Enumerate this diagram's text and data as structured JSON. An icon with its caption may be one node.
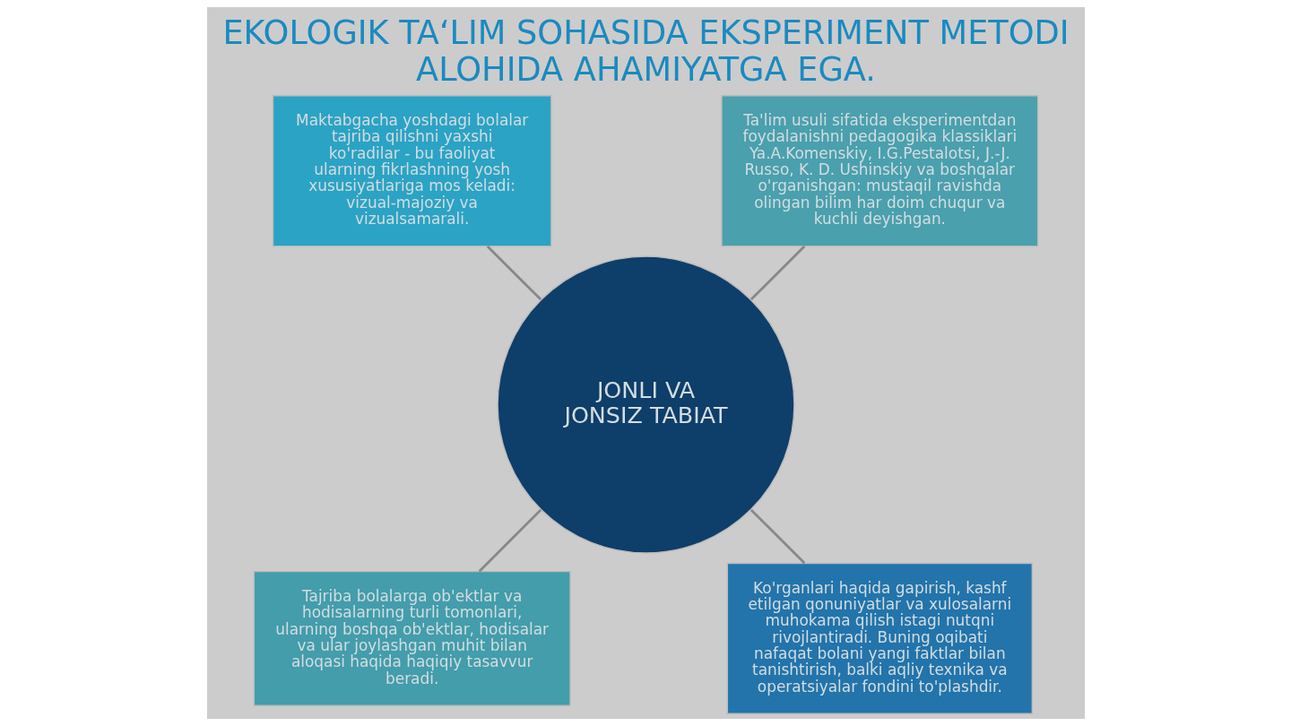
{
  "diagram": {
    "title": "EKOLOGIK TA‘LIM SOHASIDA EKSPERIMENT METODI ALOHIDA AHAMIYATGA EGA.",
    "nodes": [
      {
        "text": [
          "Ta'lim usuli sifatida eksperimentdan foydalanishni pedagogika klassiklari Ya.A.Komenskiy, I.G.Pestalotsi, J.-J. Russo, K. D. Ushinskiy va boshqalar o'rganishgan: mustaqil ravishda olingan bilim har doim chuqur va kuchli deyishgan."
        ]
      },
      {
        "text": [
          "Maktabgacha yoshdagi bolalar tajriba qilishni yaxshi ko'radilar - bu faoliyat ularning fikrlashning yosh xususiyatlariga mos keladi: vizual-majoziy va vizualsamarali."
        ]
      },
      {
        "text": [
          "JONLI VA JONSIZ TABIAT"
        ]
      },
      {
        "text": [
          "Tajriba bolalarga ob'ektlar va hodisalarning turli tomonlari, ularning boshqa ob'ektlar, hodisalar va ular joylashgan muhit bilan aloqasi haqida haqiqiy tasavvur beradi."
        ]
      },
      {
        "text": [
          "Ko'rganlari haqida gapirish, kashf etilgan qonuniyatlar va xulosalarni muhokama qilish istagi nutqni rivojlantiradi. Buning oqibati nafaqat bolani yangi faktlar bilan tanishtirish, balki aqliy texnika va operatsiyalar fondini to'plashdir."
        ]
      }
    ],
    "edges": [
      {
        "from": 2,
        "to": 0,
        "arrow": "none"
      },
      {
        "from": 2,
        "to": 1,
        "arrow": "none"
      },
      {
        "from": 2,
        "to": 3,
        "arrow": "none"
      },
      {
        "from": 2,
        "to": 4,
        "arrow": "none"
      }
    ]
  }
}
